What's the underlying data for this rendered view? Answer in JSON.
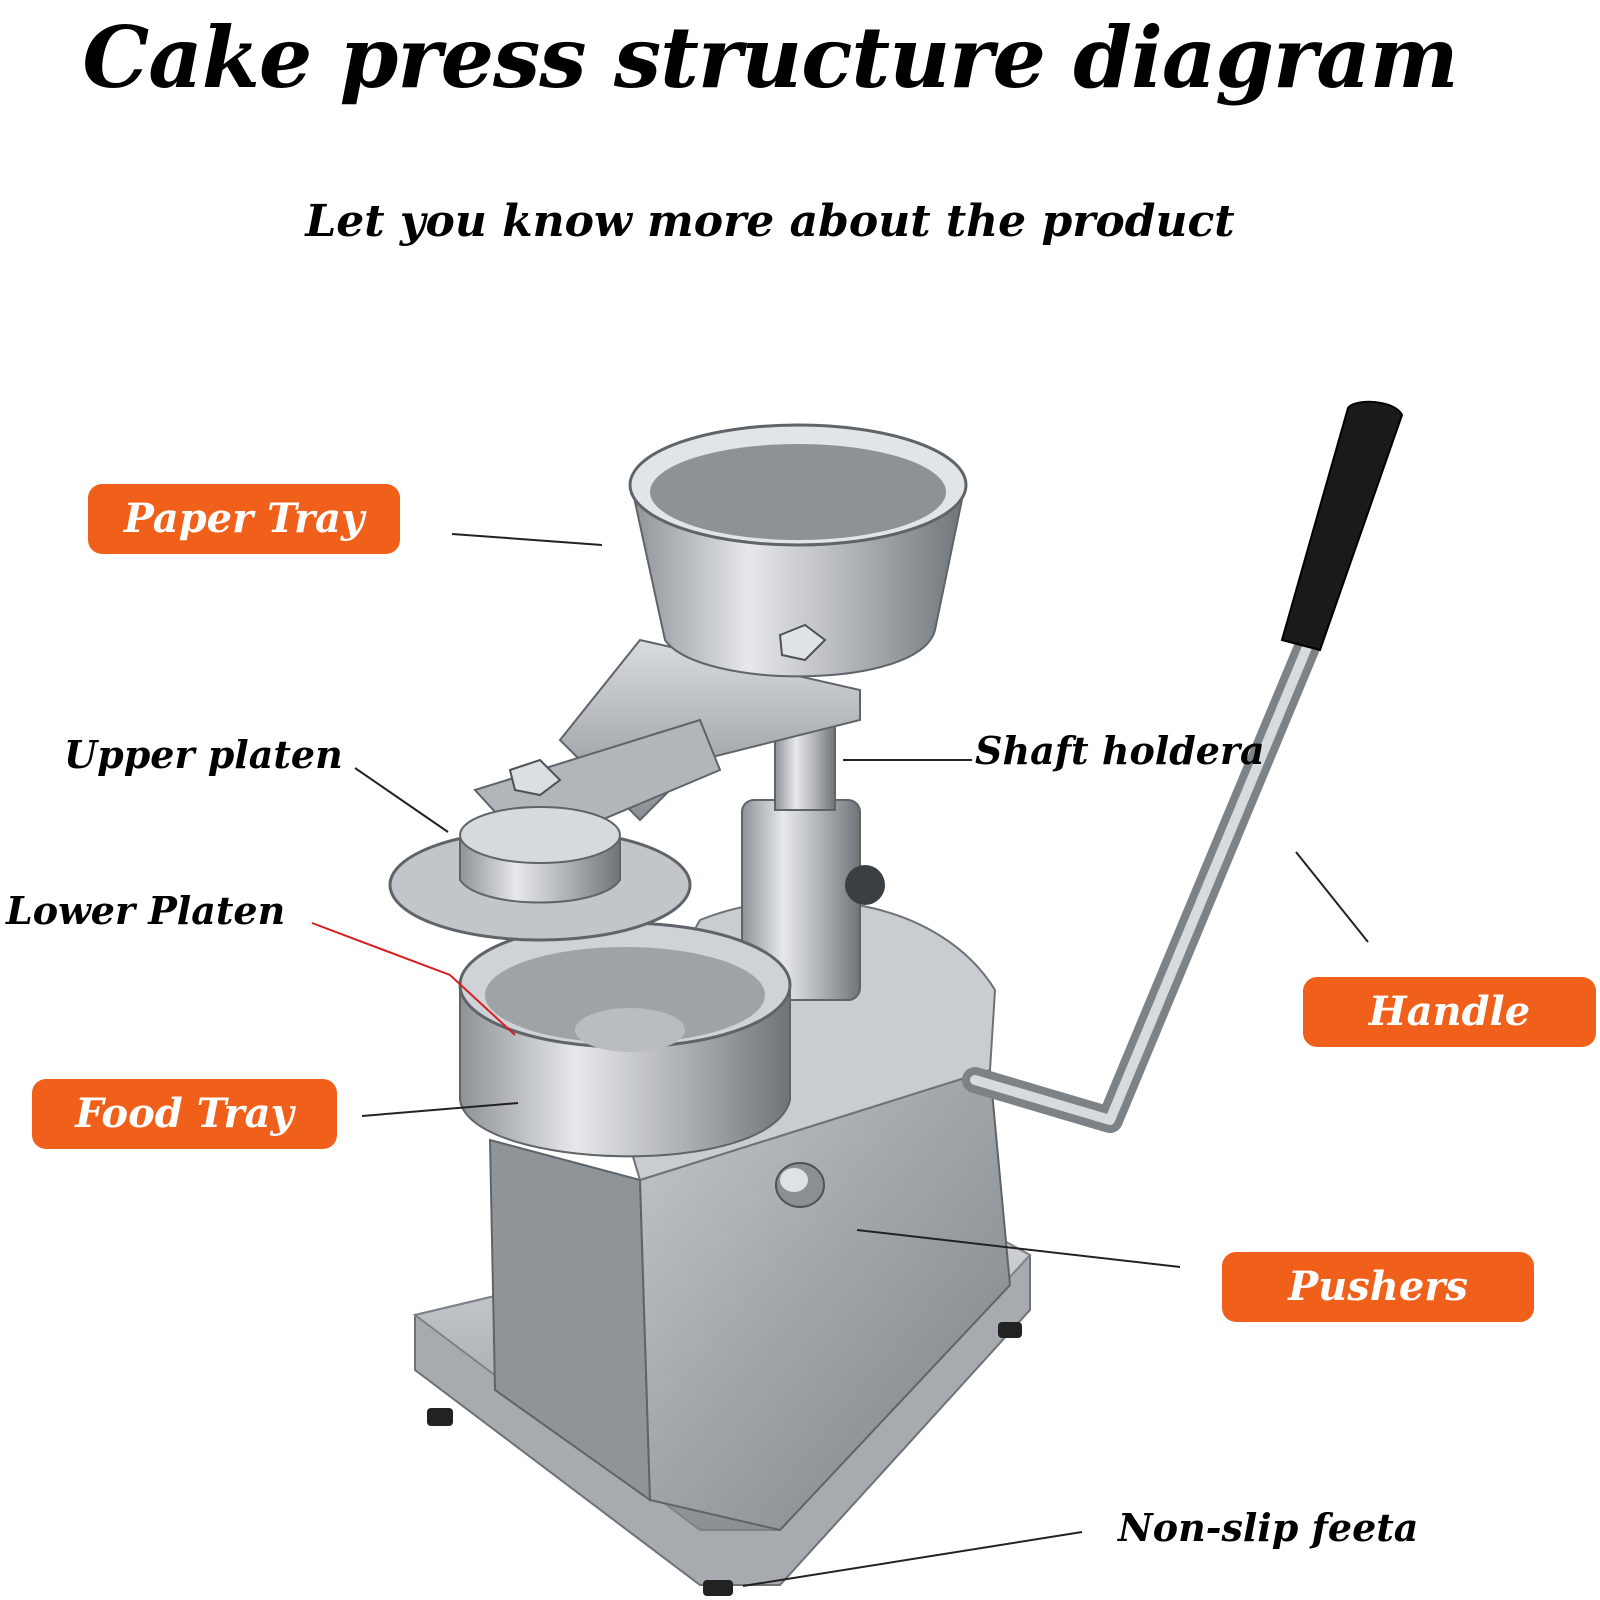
{
  "title": "Cake press structure diagram",
  "subtitle": "Let you know more about the product",
  "colors": {
    "accent": "#f0601a",
    "callout_line": "#222222",
    "red_line": "#d62020",
    "metal": "#b8bcc0",
    "handle_grip": "#1a1a1a"
  },
  "labels": {
    "paper_tray": "Paper Tray",
    "upper_platen": "Upper platen",
    "lower_platen": "Lower Platen",
    "food_tray": "Food Tray",
    "shaft_holder": "Shaft holdera",
    "handle": "Handle",
    "pushers": "Pushers",
    "non_slip_feet": "Non-slip feeta"
  }
}
